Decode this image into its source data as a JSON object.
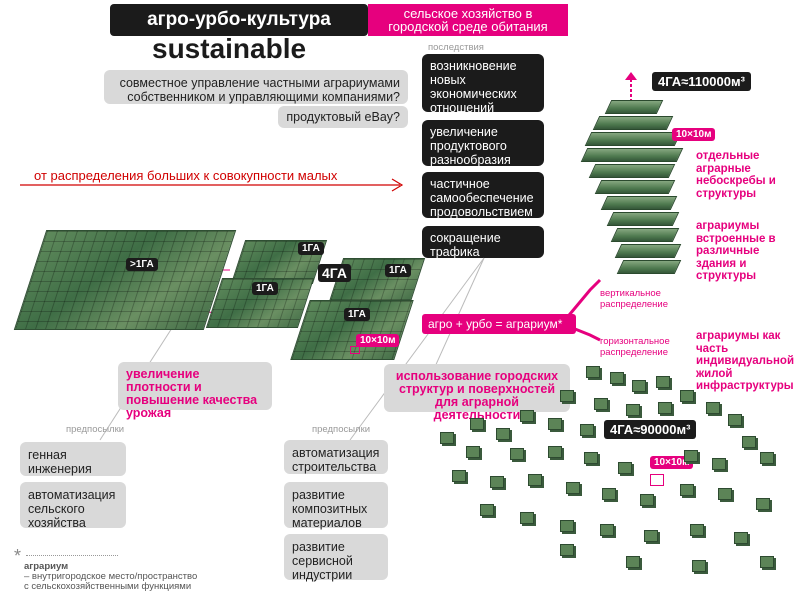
{
  "header": {
    "title": "агро-урбо-культура",
    "subtitle_line1": "сельское хозяйство в",
    "subtitle_line2": "городской среде обитания",
    "sustainable": "sustainable"
  },
  "consequences": {
    "label": "последствия",
    "items": [
      "возникновение новых экономических отношений",
      "увеличение продуктового разнообразия",
      "частичное самообеспечение продовольствием",
      "сокращение трафика"
    ]
  },
  "questions": {
    "q1": "совместное управление частными аграриумами собственником и управляющими компаниями?",
    "q2": "продуктовый eBay?"
  },
  "arrow_text": "от распределения больших к совокупности малых",
  "plot_tags": {
    "big": ">1ГА",
    "a": "1ГА",
    "b": "1ГА",
    "c": "1ГА",
    "d": "1ГА",
    "center": "4ГА",
    "small": "10×10м"
  },
  "density": "увеличение плотности и повышение качества урожая",
  "urban": "использование городских структур и поверхностей для аграрной деятельности",
  "formula": "агро + урбо = аграриум*",
  "vertical": {
    "label_line1": "вертикальное",
    "label_line2": "распределение",
    "tag": "4ГА≈110000м³",
    "small": "10×10м",
    "desc1": "отдельные аграрные небоскребы и структуры",
    "desc2": "аграриумы встроенные в различные здания и структуры"
  },
  "horizontal": {
    "label_line1": "горизонтальное",
    "label_line2": "распределение",
    "tag": "4ГА≈90000м³",
    "small": "10×10м",
    "desc": "аграриумы как часть индивидуальной жилой инфраструктуры"
  },
  "preconditions": {
    "label_left": "предпосылки",
    "label_mid": "предпосылки",
    "left": [
      "генная инженерия",
      "автоматизация сельского хозяйства"
    ],
    "mid": [
      "автоматизация строительства",
      "развитие композитных материалов",
      "развитие сервисной индустрии"
    ]
  },
  "footnote": {
    "star": "*",
    "term": "аграриум",
    "def_line1": "– внутригородское  место/пространство",
    "def_line2": "с сельскохозяйственными функциями"
  },
  "colors": {
    "accent": "#e6007e",
    "dark": "#1b1b1b",
    "grey": "#d9d9d9"
  }
}
